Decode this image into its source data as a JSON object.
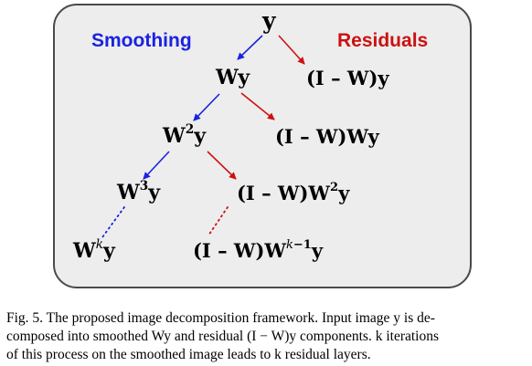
{
  "diagram": {
    "left_label": "Smoothing",
    "right_label": "Residuals",
    "colors": {
      "smoothing": "#1a22e0",
      "residuals": "#cc1111",
      "panel_fill": "#ededed",
      "panel_border": "#4a4a4a"
    },
    "nodes": {
      "root": "y",
      "smoothed_1": "Wy",
      "residual_1": "(I – W)y",
      "smoothed_2": "W²y",
      "residual_2": "(I – W)Wy",
      "smoothed_3": "W³y",
      "residual_3": "(I – W)W²y",
      "smoothed_k": "Wᵏy",
      "residual_k": "(I – W)Wᵏ⁻¹y"
    }
  },
  "caption": {
    "line1": "Fig. 5.    The proposed image decomposition framework. Input image y is de-",
    "line2": "composed into smoothed Wy and residual (I − W)y components. k iterations",
    "line3": "of this process on the smoothed image leads to k residual layers."
  }
}
